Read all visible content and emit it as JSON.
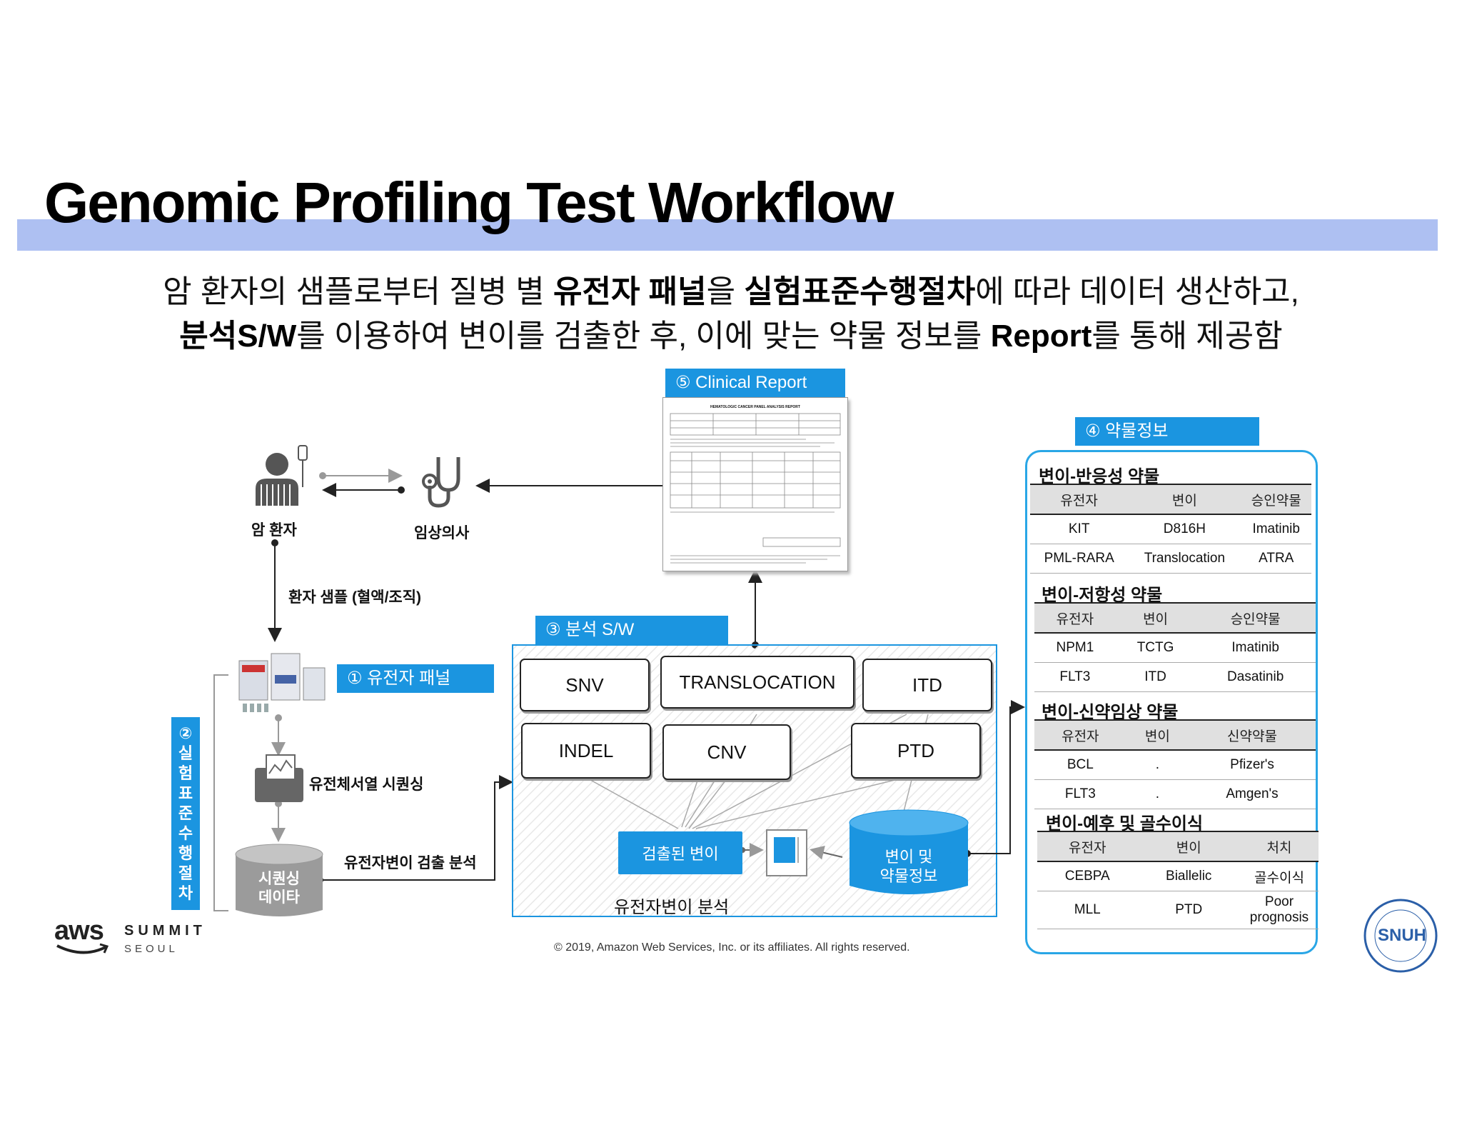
{
  "title": "Genomic Profiling Test Workflow",
  "subtitle": {
    "line1_a": "암 환자의 샘플로부터 질병 별 ",
    "line1_b": "유전자 패널",
    "line1_c": "을 ",
    "line1_d": "실험표준수행절차",
    "line1_e": "에 따라 데이터 생산하고,",
    "line2_a": "분석S/W",
    "line2_b": "를 이용하여 변이를 검출한 후, 이에 맞는 약물 정보를 ",
    "line2_c": "Report",
    "line2_d": "를 통해 제공함"
  },
  "flow": {
    "patient": "암 환자",
    "doctor": "임상의사",
    "sample": "환자 샘플 (혈액/조직)",
    "panel": "① 유전자 패널",
    "sop": [
      "②",
      "실",
      "험",
      "표",
      "준",
      "수",
      "행",
      "절",
      "차"
    ],
    "sequencing": "유전체서열 시퀀싱",
    "seqdata": [
      "시퀀싱",
      "데이타"
    ],
    "analysis_arrow": "유전자변이 검출 분석",
    "report": "⑤ Clinical Report",
    "report_heading": "HEMATOLOGIC CANCER PANEL ANALYSIS REPORT",
    "sw": "③ 분석 S/W",
    "sw_boxes": [
      "SNV",
      "TRANSLOCATION",
      "ITD",
      "INDEL",
      "CNV",
      "PTD"
    ],
    "detected": "검출된 변이",
    "db": [
      "변이 및",
      "약물정보"
    ],
    "sw_caption": "유전자변이 분석",
    "drug": "④ 약물정보"
  },
  "drug_tables": [
    {
      "title": "변이-반응성 약물",
      "headers": [
        "유전자",
        "변이",
        "승인약물"
      ],
      "rows": [
        [
          "KIT",
          "D816H",
          "Imatinib"
        ],
        [
          "PML-RARA",
          "Translocation",
          "ATRA"
        ]
      ]
    },
    {
      "title": "변이-저항성 약물",
      "headers": [
        "유전자",
        "변이",
        "승인약물"
      ],
      "rows": [
        [
          "NPM1",
          "TCTG",
          "Imatinib"
        ],
        [
          "FLT3",
          "ITD",
          "Dasatinib"
        ]
      ]
    },
    {
      "title": "변이-신약임상 약물",
      "headers": [
        "유전자",
        "변이",
        "신약약물"
      ],
      "rows": [
        [
          "BCL",
          ".",
          "Pfizer's"
        ],
        [
          "FLT3",
          ".",
          "Amgen's"
        ]
      ]
    },
    {
      "title": "변이-예후 및 골수이식",
      "headers": [
        "유전자",
        "변이",
        "처치"
      ],
      "rows": [
        [
          "CEBPA",
          "Biallelic",
          "골수이식"
        ],
        [
          "MLL",
          "PTD",
          "Poor prognosis"
        ]
      ]
    }
  ],
  "footer": {
    "aws": "aws",
    "summit": "SUMMIT",
    "seoul": "SEOUL",
    "copyright": "© 2019, Amazon Web Services, Inc. or its affiliates. All rights reserved.",
    "snuh": "SNUH"
  },
  "colors": {
    "accent": "#1b95e0",
    "titlebar": "#aec0f2",
    "panel_border": "#29a6e6"
  }
}
